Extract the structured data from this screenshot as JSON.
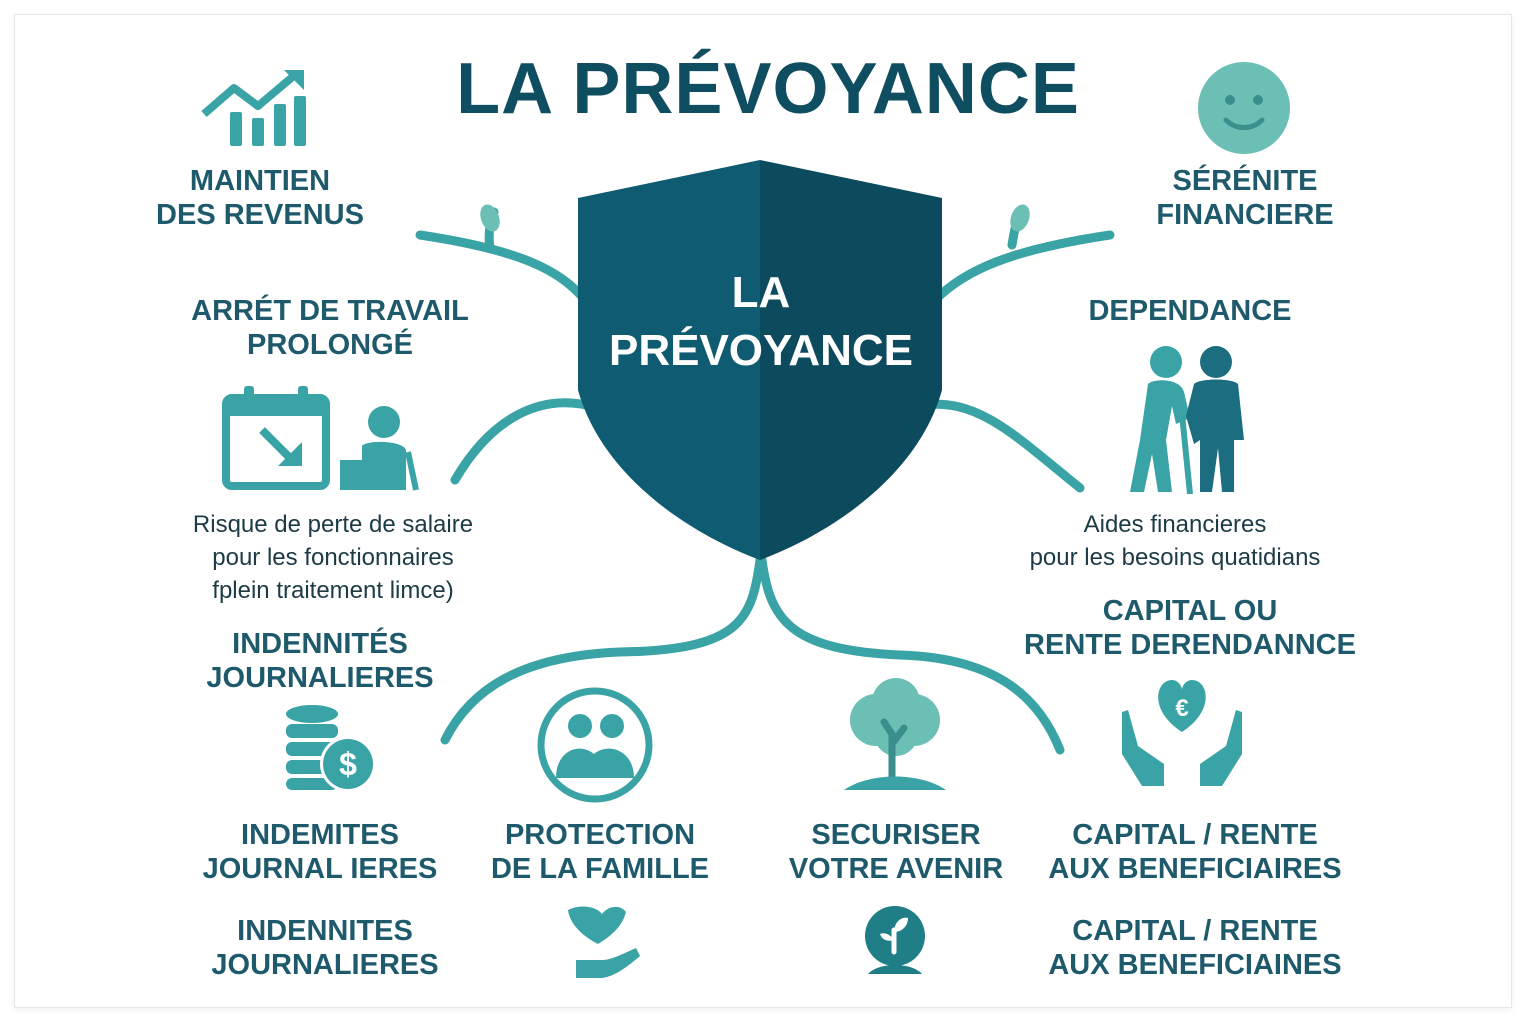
{
  "title": "LA PRÉVOYANCE",
  "shield": {
    "line1": "LA",
    "line2": "PRÉVOYANCE"
  },
  "colors": {
    "dark": "#0f4d61",
    "teal": "#3aa3a5",
    "light_teal": "#6bbfb5",
    "label": "#1e5a6b",
    "text": "#1c3b46"
  },
  "left": {
    "maintien": [
      "MAINTIEN",
      "DES REVENUS"
    ],
    "arret": [
      "ARRÉT DE TRAVAIL",
      "PROLONGÉ"
    ],
    "risque": [
      "Risque de perte de salaire",
      "pour les fonctionnaires",
      "fplein traitement limce)"
    ],
    "indemnites1": [
      "INDENNITÉS",
      "JOURNALIERES"
    ],
    "indemnites2": [
      "INDEMITES",
      "JOURNAL IERES"
    ],
    "indemnites3": [
      "INDENNITES",
      "JOURNALIERES"
    ]
  },
  "right": {
    "serenite": [
      "SÉRÉNITE",
      "FINANCIERE"
    ],
    "dependance": "DEPENDANCE",
    "aides": [
      "Aides financieres",
      "pour les besoins quatidians"
    ],
    "capital_ou": [
      "CAPITAL OU",
      "RENTE DERENDANNCE"
    ],
    "capital1": [
      "CAPITAL / RENTE",
      "AUX BENEFICIAIRES"
    ],
    "capital2": [
      "CAPITAL / RENTE",
      "AUX BENEFICIAINES"
    ]
  },
  "center": {
    "protection": [
      "PROTECTION",
      "DE LA FAMILLE"
    ],
    "securiser": [
      "SECURISER",
      "VOTRE AVENIR"
    ]
  },
  "icons": [
    "growth-chart-icon",
    "smiley-icon",
    "calendar-arrow-icon",
    "worker-desk-icon",
    "elderly-helper-icon",
    "coin-stack-dollar-icon",
    "family-circle-icon",
    "tree-icon",
    "heart-hands-euro-icon",
    "hand-heart-icon",
    "sprout-circle-icon"
  ]
}
